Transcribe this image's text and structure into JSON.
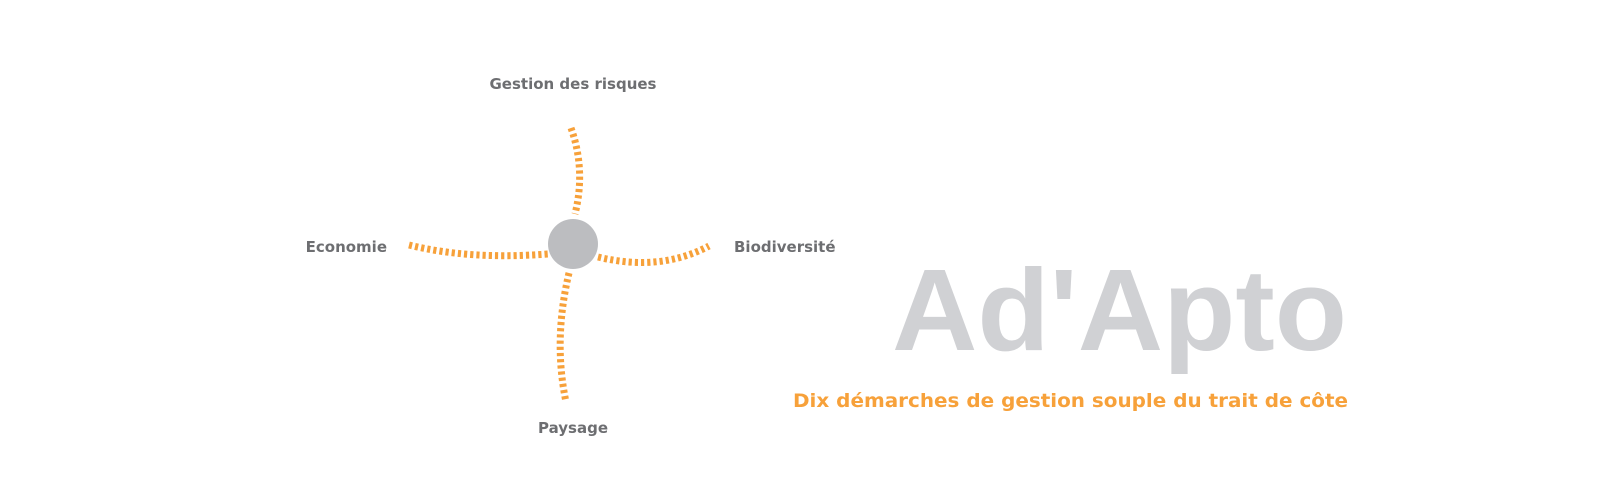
{
  "diagram": {
    "labels": {
      "top": "Gestion des risques",
      "left": "Economie",
      "right": "Biodiversité",
      "bottom": "Paysage"
    },
    "colors": {
      "arm": "#f7a13a",
      "hub": "#bcbdc0",
      "label": "#6d6e71",
      "logo": "#d0d1d4"
    }
  },
  "brand": {
    "title": "Ad'Apto",
    "subtitle": "Dix démarches de gestion souple du trait de côte"
  }
}
